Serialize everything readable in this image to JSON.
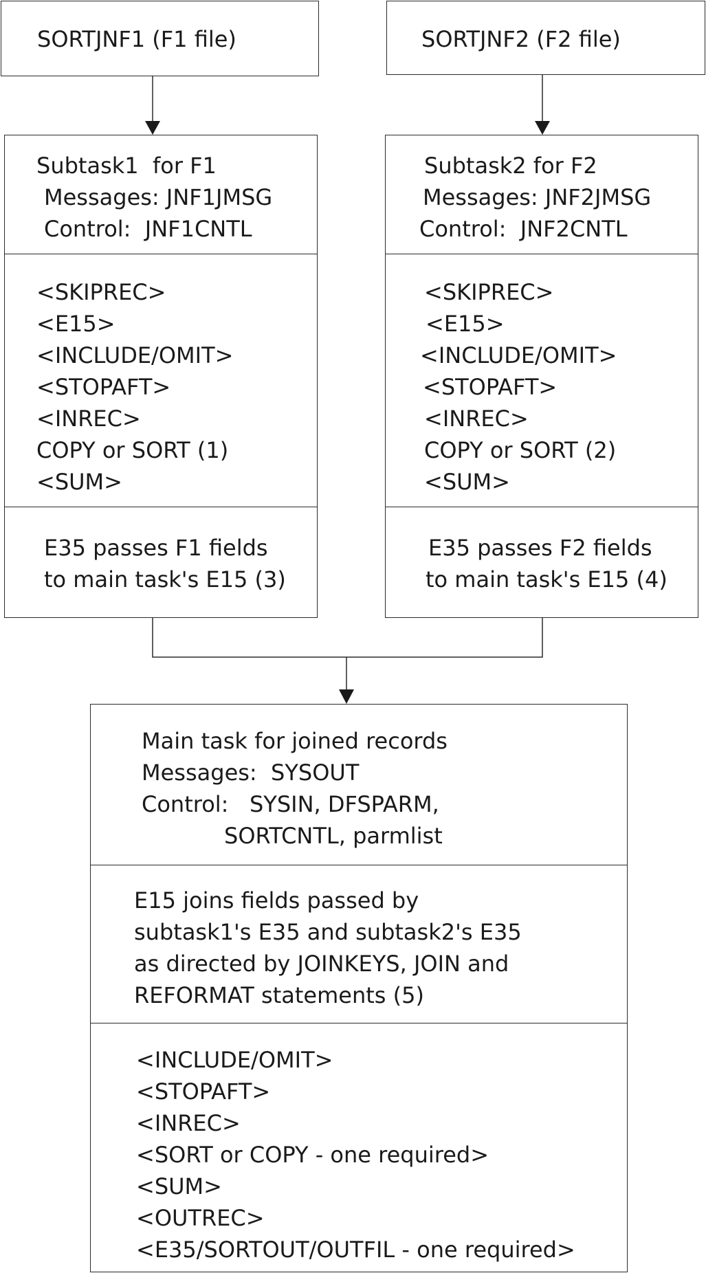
{
  "files": {
    "f1": "SORTJNF1 (F1 file)",
    "f2": "SORTJNF2 (F2 file)"
  },
  "subtask1": {
    "header": [
      "Subtask1  for F1",
      "Messages: JNF1JMSG",
      "Control:  JNF1CNTL"
    ],
    "statements": [
      "<SKIPREC>",
      "<E15>",
      "<INCLUDE/OMIT>",
      "<STOPAFT>",
      "<INREC>",
      "COPY or SORT (1)",
      "<SUM>"
    ],
    "e35": [
      "E35 passes F1 fields",
      "to main task's E15 (3)"
    ]
  },
  "subtask2": {
    "header": [
      "Subtask2 for F2",
      "Messages: JNF2JMSG",
      "Control:  JNF2CNTL"
    ],
    "statements": [
      "<SKIPREC>",
      "<E15>",
      "<INCLUDE/OMIT>",
      "<STOPAFT>",
      "<INREC>",
      "COPY or SORT (2)",
      "<SUM>"
    ],
    "e35": [
      "E35 passes F2 fields",
      "to main task's E15 (4)"
    ]
  },
  "main": {
    "header": [
      "Main task for joined records",
      "Messages:  SYSOUT",
      "Control:   SYSIN, DFSPARM,",
      "SORTCNTL, parmlist"
    ],
    "join": [
      "E15 joins fields passed by",
      "subtask1's E35 and subtask2's E35",
      "as directed by JOINKEYS, JOIN and",
      "REFORMAT statements (5)"
    ],
    "statements": [
      "<INCLUDE/OMIT>",
      "<STOPAFT>",
      "<INREC>",
      "<SORT or COPY - one required>",
      "<SUM>",
      "<OUTREC>",
      "<E35/SORTOUT/OUTFIL - one required>"
    ]
  }
}
